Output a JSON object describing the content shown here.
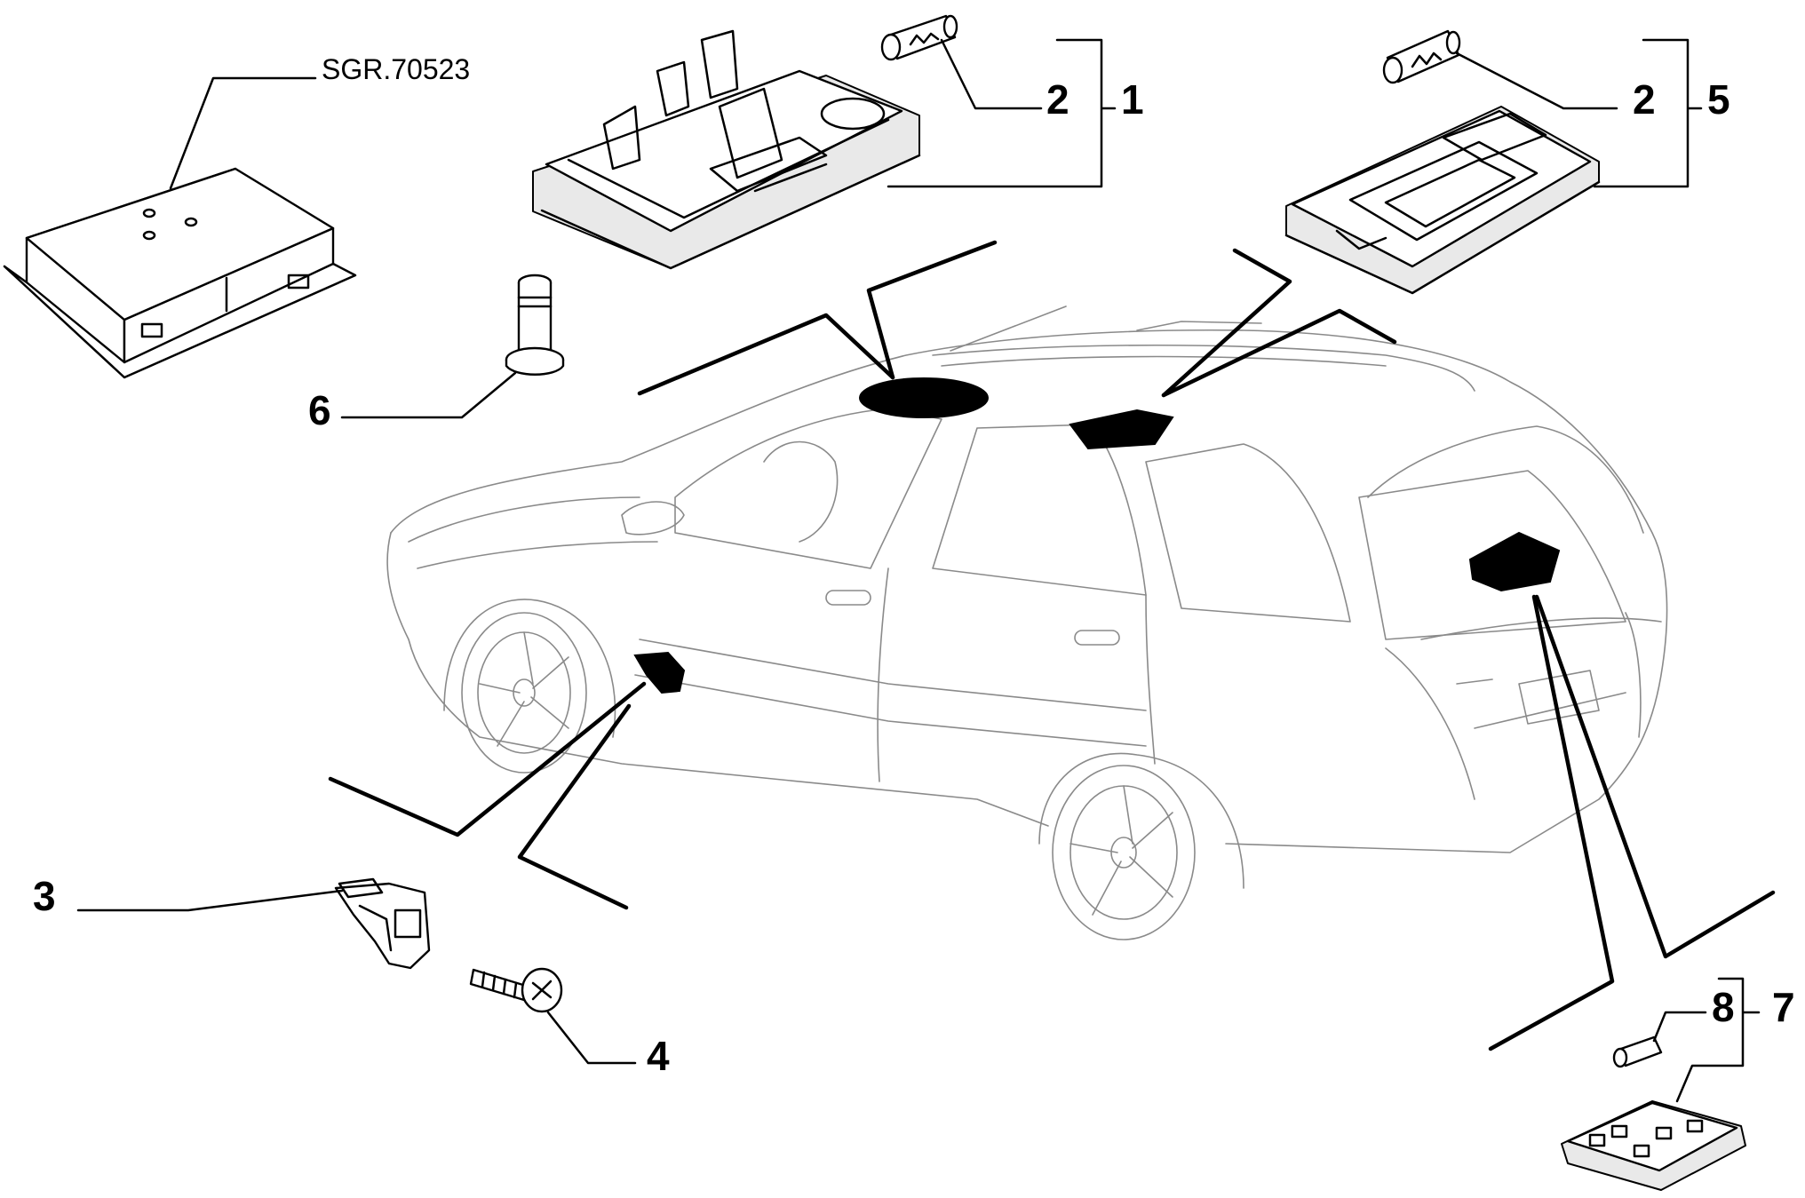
{
  "diagram": {
    "reference_code": "SGR.70523",
    "callouts": {
      "c1": "1",
      "c2a": "2",
      "c2b": "2",
      "c3": "3",
      "c4": "4",
      "c5": "5",
      "c6": "6",
      "c7": "7",
      "c8": "8"
    },
    "colors": {
      "line": "#000000",
      "car_outline": "#8a8a8a",
      "background": "#ffffff"
    }
  }
}
